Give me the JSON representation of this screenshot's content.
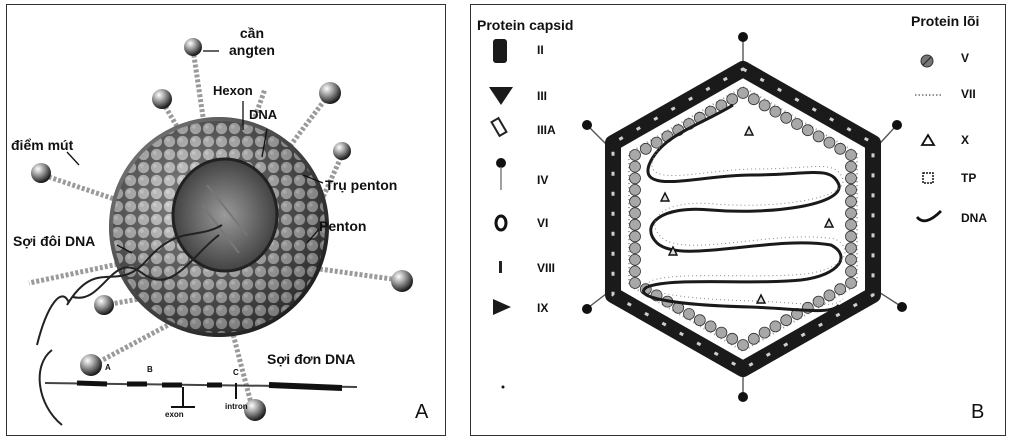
{
  "panel_a": {
    "letter": "A",
    "labels": {
      "antenna": "cần\nangten",
      "hexon": "Hexon",
      "dna": "DNA",
      "tip": "điểm mút",
      "penton_base": "Trụ penton",
      "penton": "Penton",
      "ds_dna": "Sợi đôi DNA",
      "ss_dna": "Sợi đơn DNA",
      "gene_a": "A",
      "gene_b": "B",
      "gene_c": "C",
      "exon": "exon",
      "intron": "intron"
    }
  },
  "panel_b": {
    "letter": "B",
    "capsid_title": "Protein capsid",
    "core_title": "Protein lõi",
    "capsid_legend": [
      {
        "symbol": "dark-rect-icon",
        "label": "II"
      },
      {
        "symbol": "down-triangle-icon",
        "label": "III"
      },
      {
        "symbol": "tilted-rect-icon",
        "label": "IIIA"
      },
      {
        "symbol": "fiber-pin-icon",
        "label": "IV"
      },
      {
        "symbol": "ring-icon",
        "label": "VI"
      },
      {
        "symbol": "small-bar-icon",
        "label": "VIII"
      },
      {
        "symbol": "right-triangle-icon",
        "label": "IX"
      }
    ],
    "core_legend": [
      {
        "symbol": "hatched-circle-icon",
        "label": "V"
      },
      {
        "symbol": "dotted-line-icon",
        "label": "VII"
      },
      {
        "symbol": "outline-triangle-icon",
        "label": "X"
      },
      {
        "symbol": "outline-square-icon",
        "label": "TP"
      },
      {
        "symbol": "curve-icon",
        "label": "DNA"
      }
    ]
  },
  "colors": {
    "sphere_light": "#e8e8e8",
    "sphere_dark": "#222222",
    "core_bead": "#a8a8a8",
    "capsid_dark": "#1a1a1a"
  }
}
